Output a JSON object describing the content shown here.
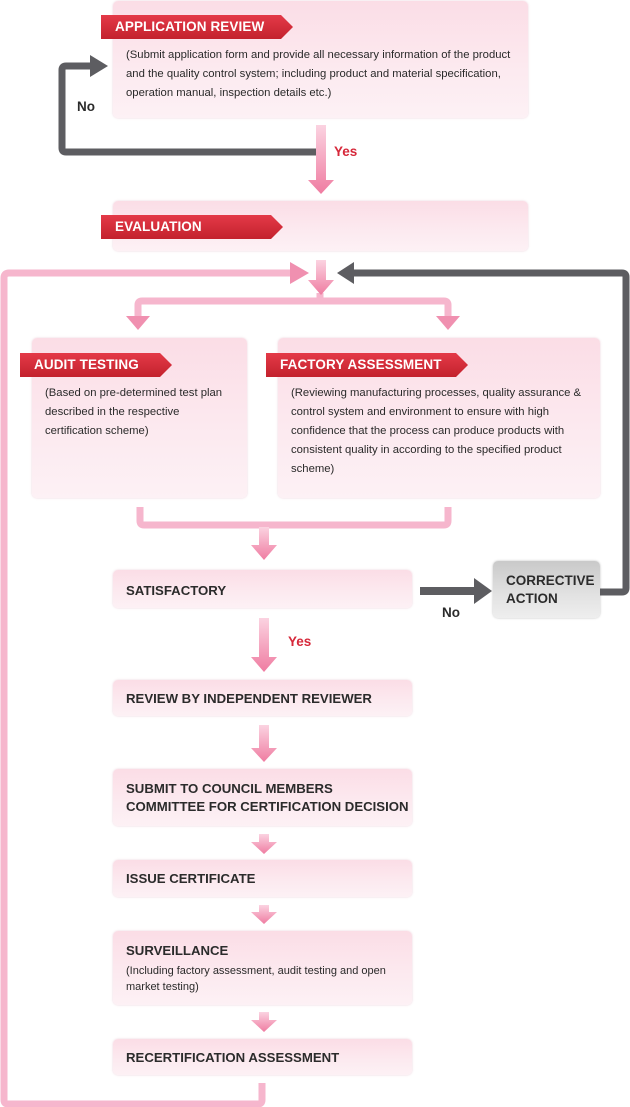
{
  "application_review": {
    "title": "APPLICATION REVIEW",
    "description": "(Submit application form and provide all necessary information of the product and the quality control system; including product and material specification, operation manual, inspection details etc.)"
  },
  "evaluation": {
    "title": "EVALUATION"
  },
  "audit_testing": {
    "title": "AUDIT TESTING",
    "description": "(Based on pre-determined test plan described in the respective certification scheme)"
  },
  "factory_assessment": {
    "title": "FACTORY ASSESSMENT",
    "description": "(Reviewing manufacturing processes, quality assurance & control system and environment to ensure with high confidence that the process can produce products with consistent quality in according to the specified product scheme)"
  },
  "satisfactory": {
    "title": "SATISFACTORY"
  },
  "corrective_action": {
    "title": "CORRECTIVE ACTION"
  },
  "review_independent": {
    "title": "REVIEW BY INDEPENDENT REVIEWER"
  },
  "council_submission": {
    "line1": "SUBMIT TO COUNCIL MEMBERS",
    "line2": "COMMITTEE FOR CERTIFICATION DECISION"
  },
  "issue_certificate": {
    "title": "ISSUE CERTIFICATE"
  },
  "surveillance": {
    "title": "SURVEILLANCE",
    "description": "(Including factory assessment, audit testing and open market testing)"
  },
  "recertification": {
    "title": "RECERTIFICATION ASSESSMENT"
  },
  "labels": {
    "no_top": "No",
    "yes_top": "Yes",
    "no_satisfactory": "No",
    "yes_satisfactory": "Yes"
  },
  "colors": {
    "tag_red": "#d02c38",
    "pink_arrow": "#f07fa4",
    "pink_loop": "#f6b6cd",
    "gray_loop": "#5d5d61",
    "yes_red": "#d6283a"
  }
}
